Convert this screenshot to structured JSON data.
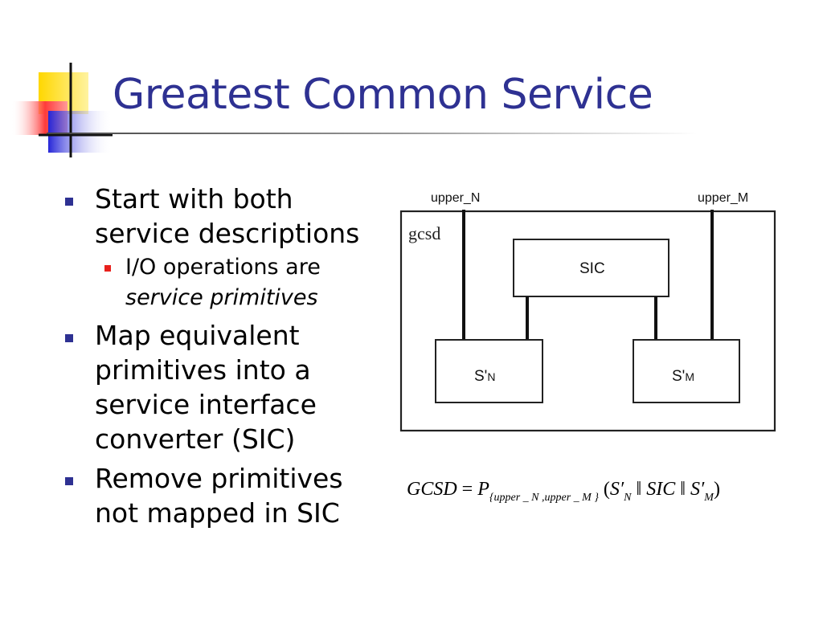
{
  "slide": {
    "title": "Greatest Common Service",
    "bullets": [
      {
        "text": "Start with both service descriptions",
        "sub": {
          "prefix": "I/O operations are",
          "emphasis": "service primitives"
        }
      },
      {
        "text": "Map equivalent primitives into a service interface converter (SIC)"
      },
      {
        "text": "Remove primitives not mapped in SIC"
      }
    ]
  },
  "diagram": {
    "port_left": "upper_N",
    "port_right": "upper_M",
    "container_label": "gcsd",
    "center_box": "SIC",
    "left_box": {
      "main": "S'",
      "sub": "N"
    },
    "right_box": {
      "main": "S'",
      "sub": "M"
    }
  },
  "formula": {
    "lhs": "GCSD",
    "eq": "=",
    "p": "P",
    "subscript": "{upper _ N ,upper _ M }",
    "open": "(",
    "s1": "S′",
    "s1_sub": "N",
    "par1": "‖",
    "sic": "SIC",
    "par2": "‖",
    "s2": "S′",
    "s2_sub": "M",
    "close": ")"
  },
  "colors": {
    "title": "#2e3192",
    "bullet": "#2e3192",
    "sub_bullet": "#e8201c",
    "deco_yellow": "#ffd700",
    "deco_red": "#ff3b3b",
    "deco_blue": "#3a3adf"
  }
}
